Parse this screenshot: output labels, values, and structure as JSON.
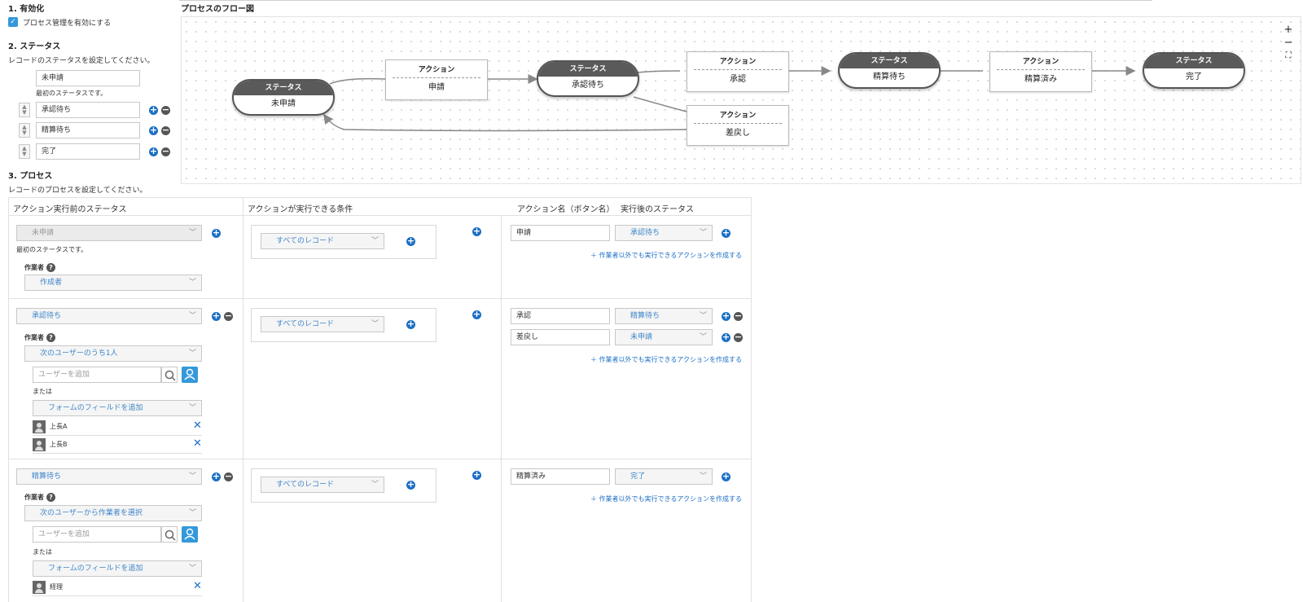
{
  "section1": {
    "title": "1. 有効化",
    "checkbox_label": "プロセス管理を有効にする",
    "checked": true
  },
  "section2": {
    "title": "2. ステータス",
    "description": "レコードのステータスを設定してください。",
    "first_status": "未申請",
    "first_note": "最初のステータスです。",
    "statuses": [
      "承認待ち",
      "精算待ち",
      "完了"
    ]
  },
  "flow": {
    "title": "プロセスのフロー図",
    "status_header": "ステータス",
    "action_header": "アクション",
    "nodes": {
      "s1": "未申請",
      "a1": "申請",
      "s2": "承認待ち",
      "a2": "承認",
      "a3": "差戻し",
      "s3": "精算待ち",
      "a4": "精算済み",
      "s4": "完了"
    },
    "zoom_in": "+",
    "zoom_out": "−",
    "fit": "⛶"
  },
  "section3": {
    "title": "3. プロセス",
    "description": "レコードのプロセスを設定してください。",
    "headers": {
      "before": "アクション実行前のステータス",
      "condition": "アクションが実行できる条件",
      "action_name": "アクション名（ボタン名）",
      "after": "実行後のステータス"
    },
    "assignee_label": "作業者",
    "or_label": "または",
    "user_placeholder": "ユーザーを追加",
    "add_field": "フォームのフィールドを追加",
    "condition_all": "すべてのレコード",
    "link_text": "作業者以外でも実行できるアクションを作成する",
    "rows": [
      {
        "status": "未申請",
        "note": "最初のステータスです。",
        "assignee": "作成者",
        "actions": [
          {
            "name": "申請",
            "next": "承認待ち"
          }
        ]
      },
      {
        "status": "承認待ち",
        "assignee": "次のユーザーのうち1人",
        "users": [
          "上長A",
          "上長B"
        ],
        "actions": [
          {
            "name": "承認",
            "next": "精算待ち"
          },
          {
            "name": "差戻し",
            "next": "未申請"
          }
        ]
      },
      {
        "status": "精算待ち",
        "assignee": "次のユーザーから作業者を選択",
        "users": [
          "経理"
        ],
        "actions": [
          {
            "name": "精算済み",
            "next": "完了"
          }
        ]
      }
    ]
  }
}
